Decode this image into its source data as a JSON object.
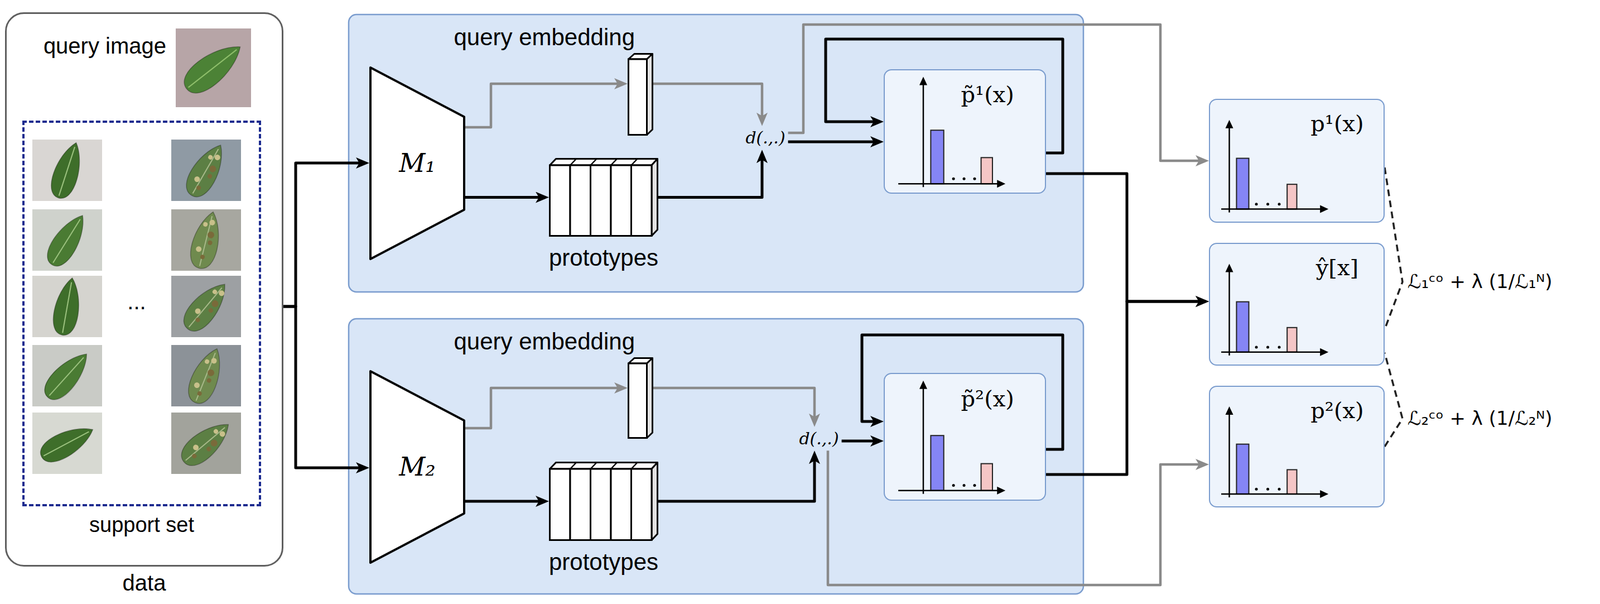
{
  "diagram": {
    "nodes": [
      {
        "text": [
          "data"
        ]
      },
      {
        "text": [
          "query image"
        ],
        "in": 0
      },
      {
        "text": [
          "support set"
        ],
        "in": 0
      },
      {
        "text": [
          "M₁"
        ]
      },
      {
        "text": [
          "query embedding"
        ]
      },
      {
        "text": [
          "prototypes"
        ]
      },
      {
        "text": [
          "d(.,.)"
        ]
      },
      {
        "text": [
          "p̃¹(x)"
        ]
      },
      {
        "text": [
          "M₂"
        ]
      },
      {
        "text": [
          "query embedding"
        ]
      },
      {
        "text": [
          "prototypes"
        ]
      },
      {
        "text": [
          "d(.,.)"
        ]
      },
      {
        "text": [
          "p̃²(x)"
        ]
      },
      {
        "text": [
          "p¹(x)"
        ]
      },
      {
        "text": [
          "ŷ[x]"
        ]
      },
      {
        "text": [
          "p²(x)"
        ]
      }
    ],
    "edges": [
      {
        "from": 0,
        "to": 3,
        "arrow": "to"
      },
      {
        "from": 0,
        "to": 8,
        "arrow": "to"
      },
      {
        "from": 3,
        "to": 4,
        "arrow": "to"
      },
      {
        "from": 3,
        "to": 5,
        "arrow": "to"
      },
      {
        "from": 4,
        "to": 6,
        "arrow": "to"
      },
      {
        "from": 5,
        "to": 6,
        "arrow": "to"
      },
      {
        "from": 6,
        "to": 7,
        "arrow": "to"
      },
      {
        "from": 7,
        "to": 7,
        "arrow": "to"
      },
      {
        "from": 6,
        "to": 13,
        "arrow": "to"
      },
      {
        "from": 8,
        "to": 9,
        "arrow": "to"
      },
      {
        "from": 8,
        "to": 10,
        "arrow": "to"
      },
      {
        "from": 9,
        "to": 11,
        "arrow": "to"
      },
      {
        "from": 10,
        "to": 11,
        "arrow": "to"
      },
      {
        "from": 11,
        "to": 12,
        "arrow": "to"
      },
      {
        "from": 12,
        "to": 12,
        "arrow": "to"
      },
      {
        "from": 11,
        "to": 15,
        "arrow": "to"
      },
      {
        "from": 7,
        "to": 14,
        "arrow": "to"
      },
      {
        "from": 12,
        "to": 14,
        "arrow": "to"
      },
      {
        "from": 13,
        "to": 14,
        "arrow": "none",
        "label": "ℒ₁ᶜᵒ + λ (1/ℒ₁ᴺ)"
      },
      {
        "from": 15,
        "to": 14,
        "arrow": "none",
        "label": "ℒ₂ᶜᵒ + λ (1/ℒ₂ᴺ)"
      }
    ],
    "labels": [
      "..."
    ]
  }
}
